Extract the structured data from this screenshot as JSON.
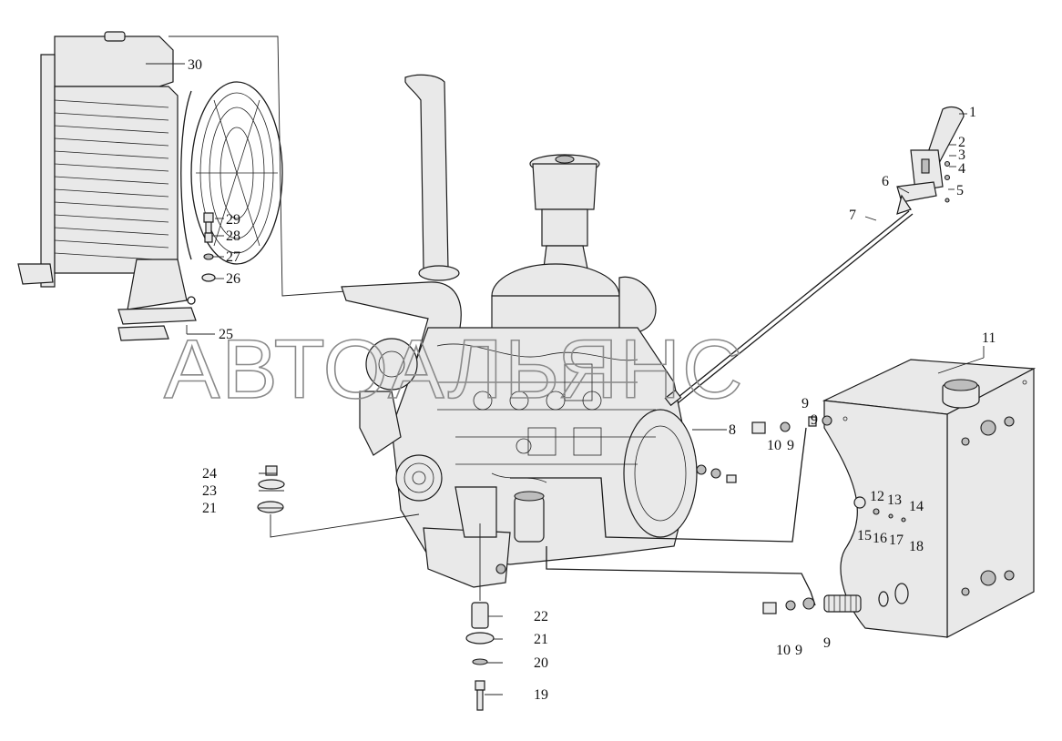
{
  "watermark": "АВТОАЛЬЯНС",
  "callouts": [
    "30",
    "29",
    "28",
    "27",
    "26",
    "25",
    "24",
    "23",
    "21",
    "22",
    "21",
    "20",
    "19",
    "1",
    "2",
    "3",
    "4",
    "5",
    "6",
    "7",
    "8",
    "9",
    "10",
    "9",
    "11",
    "9",
    "12",
    "13",
    "14",
    "15",
    "16",
    "17",
    "18",
    "10",
    "9",
    "9"
  ]
}
